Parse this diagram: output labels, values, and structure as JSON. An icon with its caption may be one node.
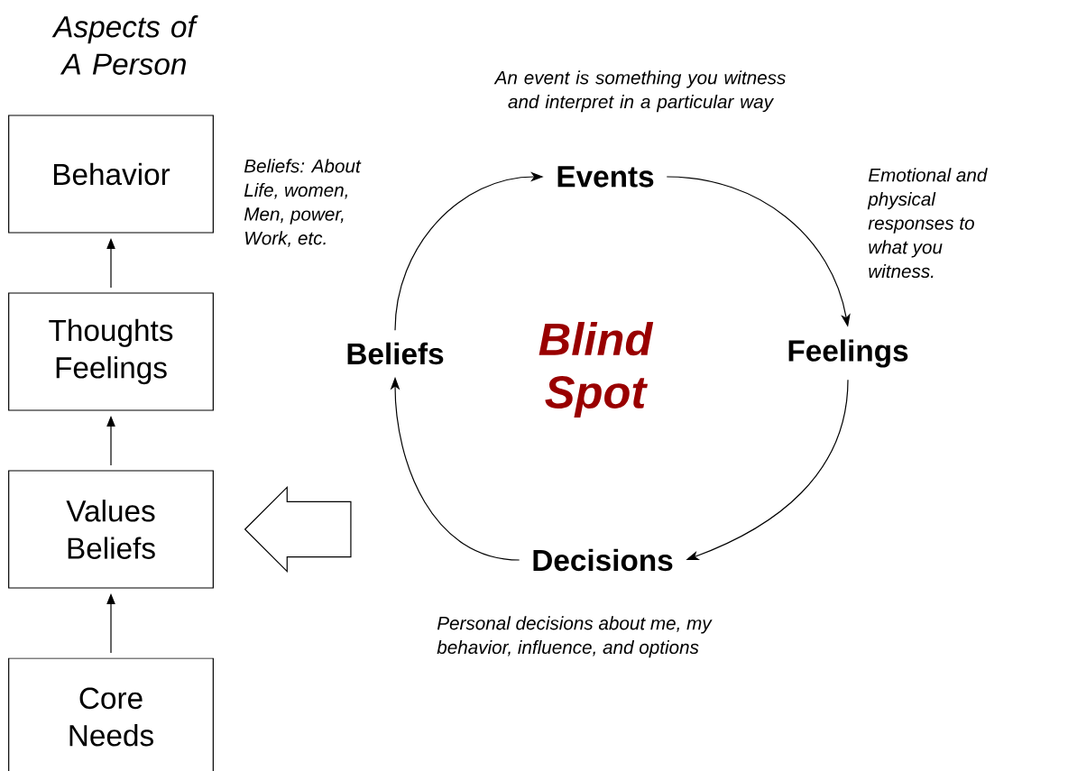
{
  "diagram": {
    "title": "Aspects of A Person",
    "nodes": [
      {
        "text": [
          "Behavior"
        ]
      },
      {
        "text": [
          "Thoughts Feelings"
        ]
      },
      {
        "text": [
          "Values Beliefs"
        ]
      },
      {
        "text": [
          "Core Needs"
        ]
      },
      {
        "text": [
          "Events"
        ],
        "beside": [
          "An event is something you witness and interpret in a particular way"
        ]
      },
      {
        "text": [
          "Feelings"
        ]
      },
      {
        "text": [
          "Decisions"
        ],
        "beside": [
          "Personal decisions about me, my behavior, influence, and options"
        ]
      },
      {
        "text": [
          "Beliefs"
        ]
      }
    ],
    "edges": [
      {
        "from": 1,
        "to": 0,
        "arrow": "to"
      },
      {
        "from": 2,
        "to": 1,
        "arrow": "to"
      },
      {
        "from": 3,
        "to": 2,
        "arrow": "to"
      },
      {
        "from": 7,
        "to": 4,
        "arrow": "to"
      },
      {
        "from": 4,
        "to": 5,
        "arrow": "to"
      },
      {
        "from": 5,
        "to": 6,
        "arrow": "to"
      },
      {
        "from": 6,
        "to": 7,
        "arrow": "to"
      },
      {
        "from": null,
        "to": 2,
        "arrow": "to"
      }
    ],
    "labels": [
      "Beliefs: About Life, women, Men, power, Work, etc.",
      "Emotional and physical responses to what you witness.",
      "Blind Spot"
    ]
  }
}
